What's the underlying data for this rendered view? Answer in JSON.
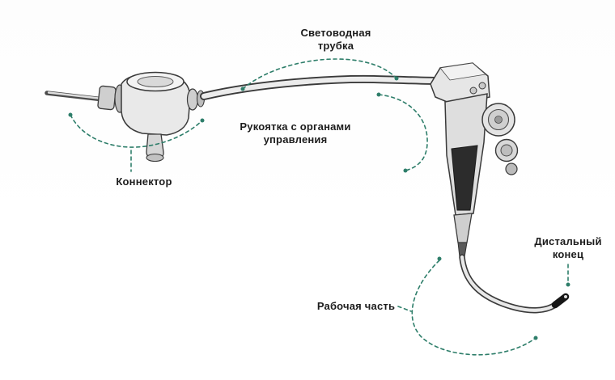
{
  "diagram": {
    "accent_color": "#2e7e6a",
    "ink_color": "#1c1c1c",
    "labels": {
      "light_tube": "Световодная трубка",
      "handle": "Рукоятка с органами управления",
      "connector": "Коннектор",
      "distal_end": "Дистальный конец",
      "working_part": "Рабочая часть"
    }
  }
}
